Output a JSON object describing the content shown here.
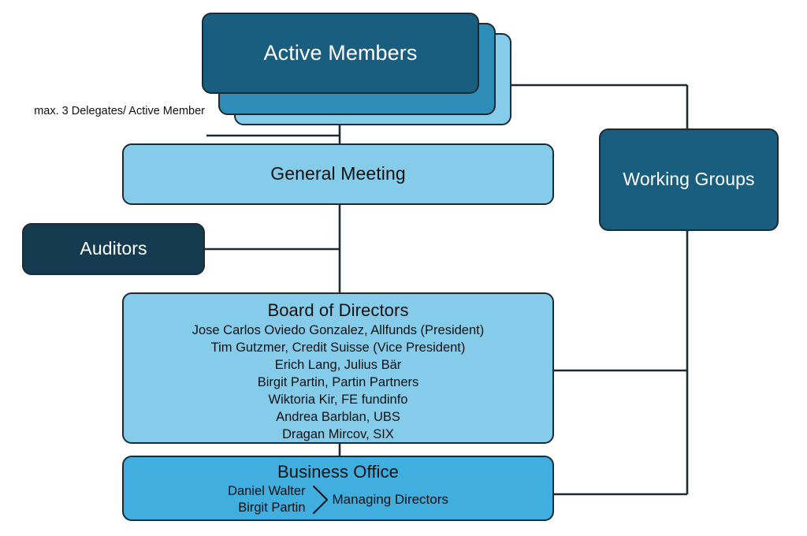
{
  "diagram": {
    "title": "Association Organizational Chart",
    "colors": {
      "dark_navy": "#195E7E",
      "darkest_navy": "#143B4F",
      "mid_blue": "#2E8CB8",
      "accent_blue": "#41AEE0",
      "light_blue": "#85CCEB",
      "outline": "#1b2a33",
      "text_light": "#ffffff",
      "text_dark": "#111111"
    },
    "nodes": {
      "active_members": {
        "label": "Active Members",
        "stacked": true,
        "stack_count": 3
      },
      "general_meeting": {
        "label": "General Meeting"
      },
      "auditors": {
        "label": "Auditors"
      },
      "working_groups": {
        "label": "Working Groups"
      },
      "board_of_directors": {
        "label": "Board of Directors",
        "members": [
          "Jose Carlos Oviedo Gonzalez, Allfunds (President)",
          "Tim Gutzmer, Credit Suisse (Vice President)",
          "Erich Lang, Julius Bär",
          "Birgit Partin, Partin Partners",
          "Wiktoria Kir, FE fundinfo",
          "Andrea Barblan, UBS",
          "Dragan Mircov, SIX"
        ]
      },
      "business_office": {
        "label": "Business Office",
        "managing_directors": {
          "names": [
            "Daniel Walter",
            "Birgit Partin"
          ],
          "role_label": "Managing Directors"
        }
      }
    },
    "annotations": {
      "delegates_note": "max. 3 Delegates/ Active Member"
    }
  }
}
